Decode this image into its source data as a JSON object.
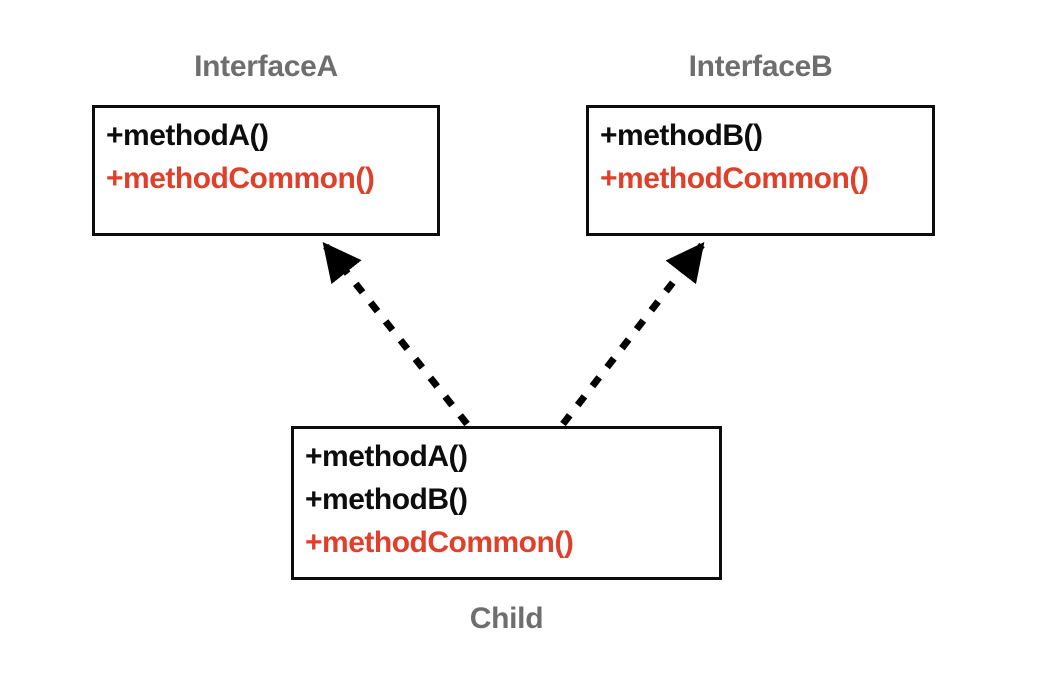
{
  "diagram": {
    "type": "uml-class-diagram",
    "background_color": "#ffffff",
    "colors": {
      "border": "#0d0d0d",
      "title_text": "#6e6e6e",
      "method_text": "#0d0d0d",
      "common_method_text": "#e0402a",
      "connector": "#000000"
    },
    "classes": [
      {
        "id": "interface-a",
        "title": "InterfaceA",
        "title_position": "above",
        "methods": [
          {
            "label": "+methodA()",
            "style": "public"
          },
          {
            "label": "+methodCommon()",
            "style": "common"
          }
        ]
      },
      {
        "id": "interface-b",
        "title": "InterfaceB",
        "title_position": "above",
        "methods": [
          {
            "label": "+methodB()",
            "style": "public"
          },
          {
            "label": "+methodCommon()",
            "style": "common"
          }
        ]
      },
      {
        "id": "child",
        "title": "Child",
        "title_position": "below",
        "methods": [
          {
            "label": "+methodA()",
            "style": "public"
          },
          {
            "label": "+methodB()",
            "style": "public"
          },
          {
            "label": "+methodCommon()",
            "style": "common"
          }
        ]
      }
    ],
    "connectors": [
      {
        "id": "child-to-interface-a",
        "from": "child",
        "to": "interface-a",
        "line_style": "dashed",
        "arrowhead": "solid-triangle",
        "semantic": "implements"
      },
      {
        "id": "child-to-interface-b",
        "from": "child",
        "to": "interface-b",
        "line_style": "dashed",
        "arrowhead": "solid-triangle",
        "semantic": "implements"
      }
    ]
  }
}
